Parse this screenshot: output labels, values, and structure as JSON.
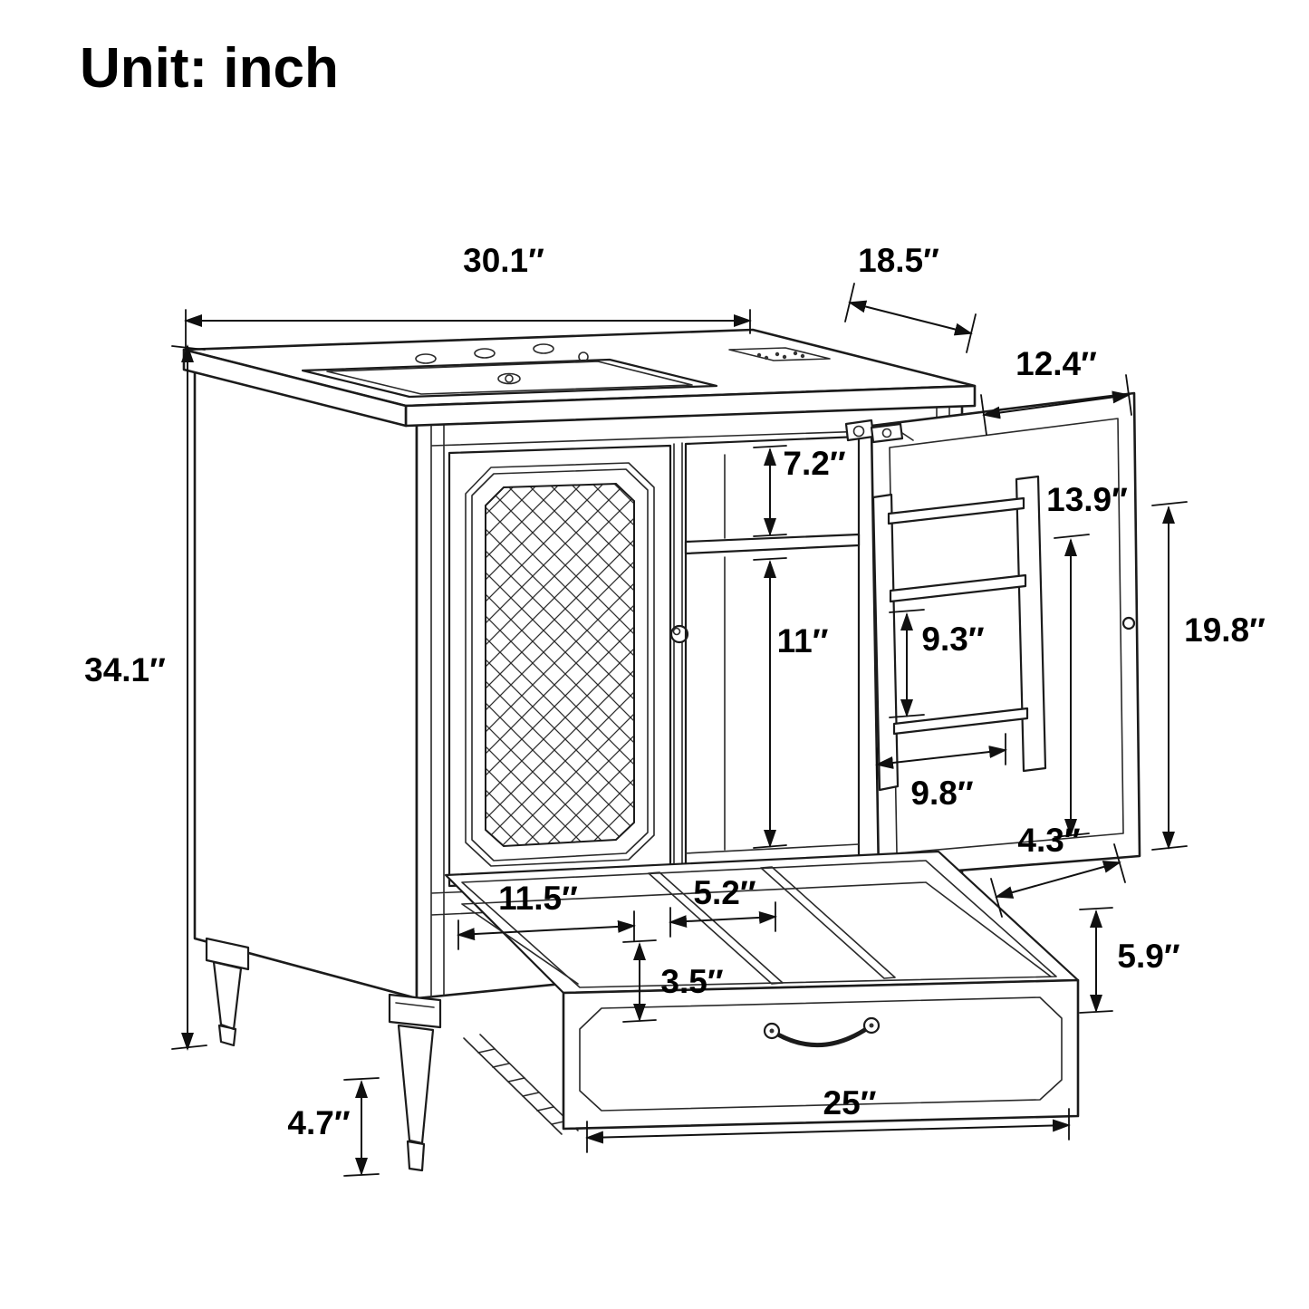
{
  "title": "Unit: inch",
  "colors": {
    "ink": "#1b1b1b",
    "background": "#ffffff"
  },
  "dimensions": {
    "counter_width": "30.1″",
    "counter_depth": "18.5″",
    "door_width": "12.4″",
    "upper_shelf_height": "7.2″",
    "door_rack_height": "13.9″",
    "door_height": "19.8″",
    "lower_cabinet_height": "11″",
    "rack_opening_height": "9.3″",
    "rack_width": "9.8″",
    "rack_shelf_depth": "4.3″",
    "overall_height": "34.1″",
    "drawer_left_section_width": "11.5″",
    "drawer_middle_section_width": "5.2″",
    "drawer_inner_height": "3.5″",
    "drawer_front_height": "5.9″",
    "drawer_width": "25″",
    "leg_height": "4.7″"
  }
}
